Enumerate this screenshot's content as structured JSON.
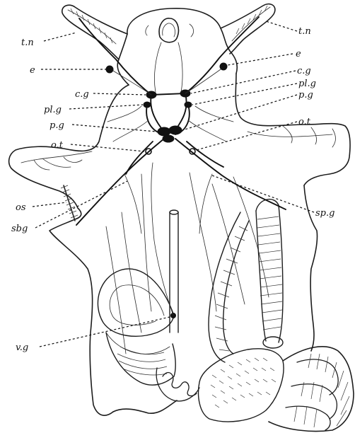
{
  "labels": {
    "tn_left": "t.n",
    "tn_right": "t.n",
    "e_left": "e",
    "e_right": "e",
    "cg_left": "c.g",
    "cg_right": "c.g",
    "plg_left": "pl.g",
    "plg_right": "pl.g",
    "pg_left": "p.g",
    "pg_right": "p.g",
    "ot_left": "o.t",
    "ot_right": "o.t",
    "os": "os",
    "spg": "sp.g",
    "sbg": "sbg",
    "vg": "v.g"
  },
  "colors": {
    "ink": "#111111",
    "paper": "#ffffff"
  }
}
